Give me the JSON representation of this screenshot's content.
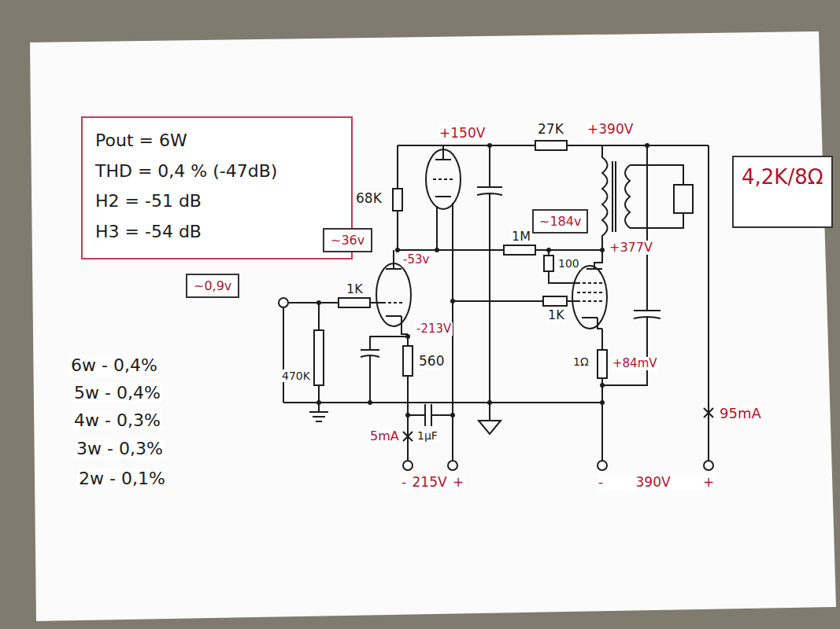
{
  "diagram": {
    "nodes": [
      {
        "text": [
          "Pout = 6W",
          "THD = 0,4 % (-47dB)",
          "H2 = -51 dB",
          "H3 = -54 dB"
        ]
      },
      {
        "text": [
          "~36v"
        ]
      },
      {
        "text": [
          "~0,9v"
        ]
      },
      {
        "text": [
          "~184v"
        ]
      },
      {
        "text": [
          "4,2K/8Ω"
        ]
      }
    ],
    "labels": [
      "+150V",
      "27K",
      "+390V",
      "68K",
      "-53v",
      "1M",
      "+377V",
      "100",
      "1K",
      "1K",
      "-213V",
      "560",
      "470K",
      "1Ω",
      "+84mV",
      "5mA",
      "1µF",
      "95mA",
      "- 215V +",
      "- 390V +",
      "6w - 0,4%",
      "5w - 0,4%",
      "4w - 0,3%",
      "3w - 0,3%",
      "2w - 0,1%"
    ]
  }
}
